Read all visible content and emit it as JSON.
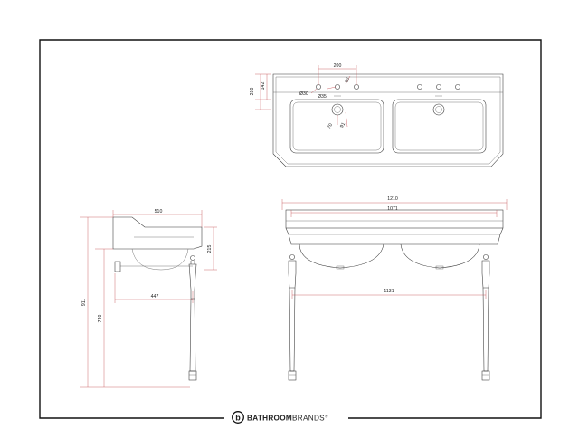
{
  "brand": {
    "name_bold": "BATHROOM",
    "name_light": "BRANDS",
    "mark": "®",
    "logo_letter": "b"
  },
  "plan_view": {
    "dims": {
      "tap_spacing": "200",
      "depth_total": "210",
      "depth_partial": "142",
      "tap_hole_diameter": "Ø30",
      "waste_diameter": "Ø35",
      "tap_offset": "60",
      "waste_offset_a": "70",
      "waste_offset_b": "91"
    }
  },
  "side_view": {
    "dims": {
      "depth": "510",
      "basin_height": "215",
      "overall_height": "911",
      "leg_height": "740",
      "leg_depth": "447"
    }
  },
  "front_view": {
    "dims": {
      "overall_width": "1210",
      "inner_width": "1071",
      "leg_spacing": "1131"
    }
  },
  "colors": {
    "frame": "#111111",
    "dimension_line": "#c2444a",
    "outline": "#333333"
  }
}
